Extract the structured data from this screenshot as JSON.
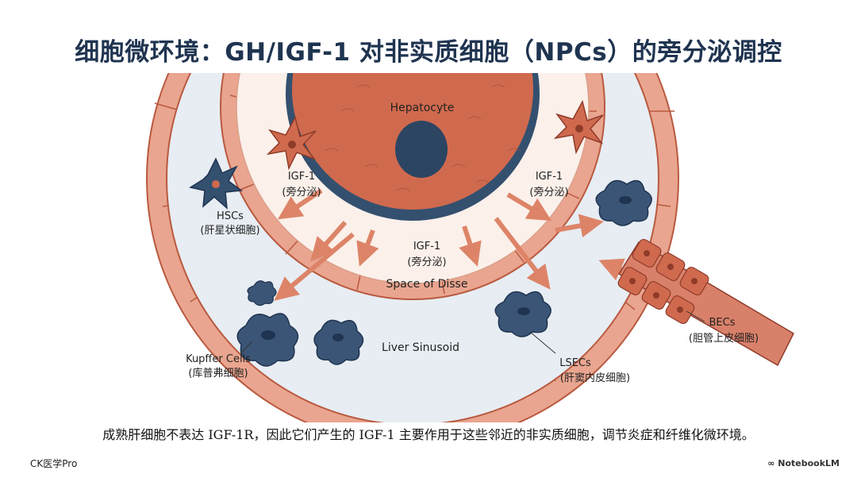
{
  "title": "细胞微环境：GH/IGF-1 对非实质细胞（NPCs）的旁分泌调控",
  "labels": {
    "hepatocyte": "Hepatocyte",
    "igf_left": "IGF-1",
    "paracrine_left": "(旁分泌)",
    "igf_center": "IGF-1",
    "paracrine_center": "(旁分泌)",
    "igf_right": "IGF-1",
    "paracrine_right": "(旁分泌)",
    "space_of_disse": "Space of Disse",
    "liver_sinusoid": "Liver Sinusoid",
    "hscs": "HSCs",
    "hscs_cn": "(肝星状细胞)",
    "kupffer": "Kupffer Cells",
    "kupffer_cn": "(库普弗细胞)",
    "lsecs": "LSECs",
    "lsecs_cn": "(肝窦内皮细胞)",
    "becs": "BECs",
    "becs_cn": "(胆管上皮细胞)"
  },
  "caption": "成熟肝细胞不表达 IGF-1R，因此它们产生的 IGF-1 主要作用于这些邻近的非实质细胞，调节炎症和纤维化微环境。",
  "footer": {
    "left": "CK医学Pro",
    "right": "NotebookLM"
  },
  "colors": {
    "hepatocyte": "#d06a4e",
    "nucleus": "#2c4563",
    "endothelium": "#d98068",
    "sinusoid": "#e7edf3",
    "arrow": "#dd8468",
    "kupffer": "#3b5576"
  }
}
